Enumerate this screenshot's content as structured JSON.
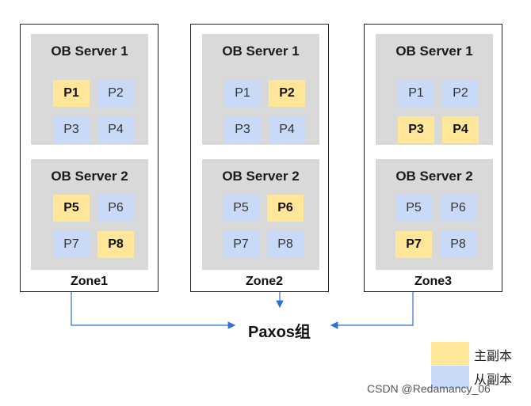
{
  "zones": [
    {
      "label": "Zone1",
      "servers": [
        {
          "title": "OB Server 1",
          "partitions": [
            {
              "label": "P1",
              "role": "leader"
            },
            {
              "label": "P2",
              "role": "follower"
            },
            {
              "label": "P3",
              "role": "follower"
            },
            {
              "label": "P4",
              "role": "follower"
            }
          ]
        },
        {
          "title": "OB Server 2",
          "partitions": [
            {
              "label": "P5",
              "role": "leader"
            },
            {
              "label": "P6",
              "role": "follower"
            },
            {
              "label": "P7",
              "role": "follower"
            },
            {
              "label": "P8",
              "role": "leader"
            }
          ]
        }
      ]
    },
    {
      "label": "Zone2",
      "servers": [
        {
          "title": "OB Server 1",
          "partitions": [
            {
              "label": "P1",
              "role": "follower"
            },
            {
              "label": "P2",
              "role": "leader"
            },
            {
              "label": "P3",
              "role": "follower"
            },
            {
              "label": "P4",
              "role": "follower"
            }
          ]
        },
        {
          "title": "OB Server 2",
          "partitions": [
            {
              "label": "P5",
              "role": "follower"
            },
            {
              "label": "P6",
              "role": "leader"
            },
            {
              "label": "P7",
              "role": "follower"
            },
            {
              "label": "P8",
              "role": "follower"
            }
          ]
        }
      ]
    },
    {
      "label": "Zone3",
      "servers": [
        {
          "title": "OB Server 1",
          "partitions": [
            {
              "label": "P1",
              "role": "follower"
            },
            {
              "label": "P2",
              "role": "follower"
            },
            {
              "label": "P3",
              "role": "leader"
            },
            {
              "label": "P4",
              "role": "leader"
            }
          ]
        },
        {
          "title": "OB Server 2",
          "partitions": [
            {
              "label": "P5",
              "role": "follower"
            },
            {
              "label": "P6",
              "role": "follower"
            },
            {
              "label": "P7",
              "role": "leader"
            },
            {
              "label": "P8",
              "role": "follower"
            }
          ]
        }
      ]
    }
  ],
  "paxos_label": "Paxos组",
  "legend": {
    "leader_label": "主副本",
    "follower_label": "从副本",
    "leader_color": "#ffe699",
    "follower_color": "#c9daf8"
  },
  "watermark": "CSDN @Redamancy_06"
}
